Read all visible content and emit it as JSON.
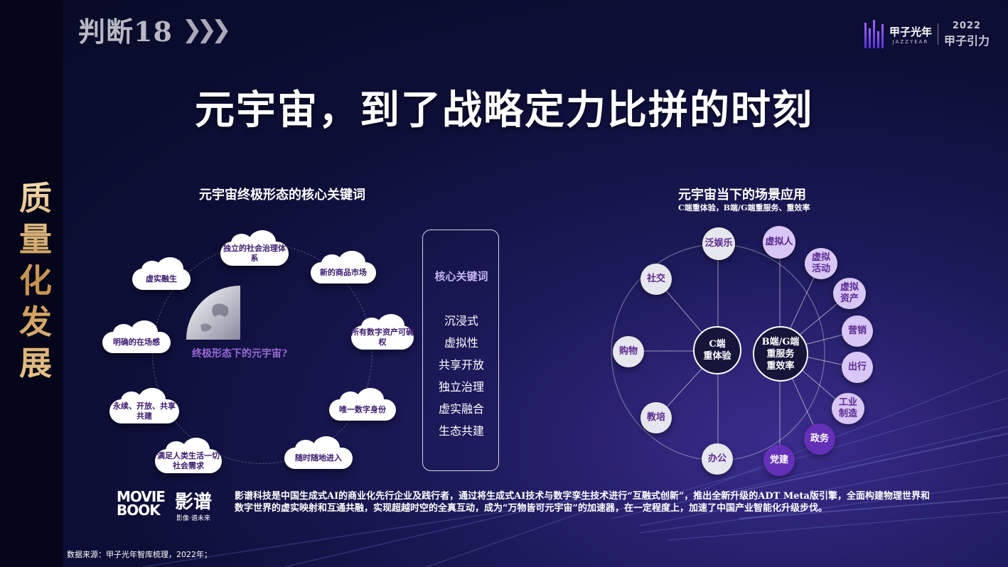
{
  "header": {
    "judgement": "判断18",
    "arrows": "❯❯❯",
    "brand_name": "甲子光年",
    "brand_sub": "JAZZYEAR",
    "brand_year": "2022",
    "brand_tagline": "甲子引力"
  },
  "title": "元宇宙，到了战略定力比拼的时刻",
  "side_label": "质量化发展",
  "left_section": {
    "title": "元宇宙终极形态的核心关键词",
    "clouds": [
      {
        "label": "独立的社会治理体系"
      },
      {
        "label": "新的商品市场"
      },
      {
        "label": "所有数字资产可确权"
      },
      {
        "label": "唯一数字身份"
      },
      {
        "label": "随时随地进入"
      },
      {
        "label": "满足人类生活一切社会需求"
      },
      {
        "label": "永续、开放、共享共建"
      },
      {
        "label": "明确的在场感"
      },
      {
        "label": "虚实融生"
      }
    ],
    "center_label": "终极形态下的元宇宙?",
    "keywords_title": "核心关键词",
    "keywords": [
      "沉浸式",
      "虚拟性",
      "共享开放",
      "独立治理",
      "虚实融合",
      "生态共建"
    ]
  },
  "right_section": {
    "title": "元宇宙当下的场景应用",
    "subtitle": "C端重体验，B端/G端重服务、重效率",
    "hub_c": {
      "line1": "C端",
      "line2": "重体验"
    },
    "hub_b": {
      "line1": "B端/G端",
      "line2": "重服务",
      "line3": "重效率"
    },
    "c_nodes": [
      "泛娱乐",
      "社交",
      "购物",
      "教培",
      "办公"
    ],
    "b_nodes": [
      "虚拟人",
      "虚拟活动",
      "虚拟资产",
      "营销",
      "出行",
      "工业制造",
      "政务",
      "党建"
    ]
  },
  "footer": {
    "logo_text": "MOVIEBOOK",
    "logo_cn": "影谱",
    "logo_tag": "影像·谱未来",
    "company_desc": "影谱科技是中国生成式AI的商业化先行企业及践行者，通过将生成式AI技术与数字孪生技术进行“互融式创新”，推出全新升级的ADT Meta版引擎，全面构建物理世界和数字世界的虚实映射和互通共融，实现超越时空的全真互动，成为“万物皆可元宇宙”的加速器，在一定程度上，加速了中国产业智能化升级步伐。",
    "source": "数据来源：甲子光年智库梳理，2022年；"
  }
}
